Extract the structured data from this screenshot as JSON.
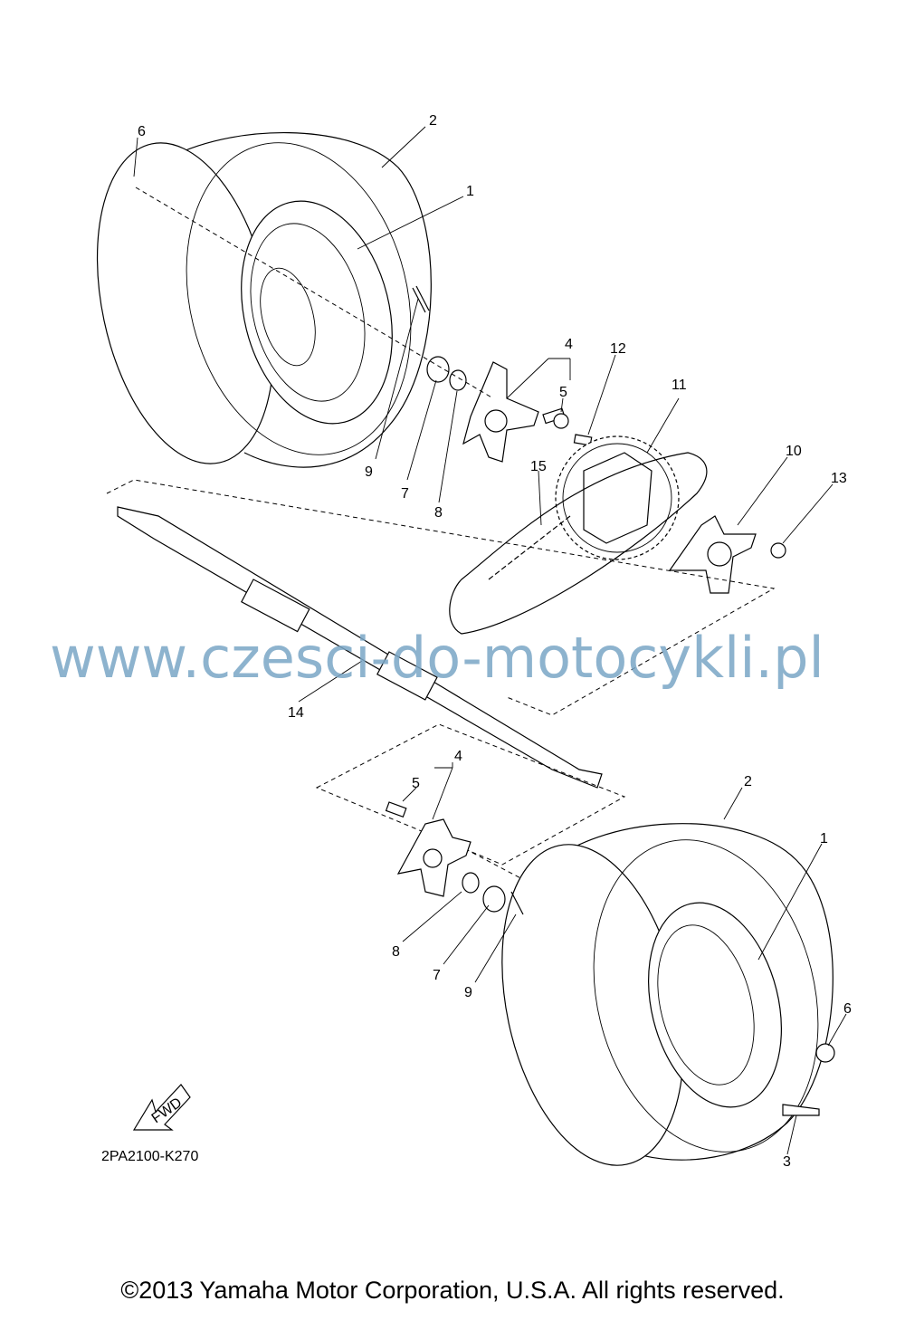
{
  "callouts": [
    {
      "id": "c1a",
      "text": "1"
    },
    {
      "id": "c2a",
      "text": "2"
    },
    {
      "id": "c6a",
      "text": "6"
    },
    {
      "id": "c4a",
      "text": "4"
    },
    {
      "id": "c5a",
      "text": "5"
    },
    {
      "id": "c12",
      "text": "12"
    },
    {
      "id": "c11",
      "text": "11"
    },
    {
      "id": "c9a",
      "text": "9"
    },
    {
      "id": "c7a",
      "text": "7"
    },
    {
      "id": "c8a",
      "text": "8"
    },
    {
      "id": "c15",
      "text": "15"
    },
    {
      "id": "c10",
      "text": "10"
    },
    {
      "id": "c13",
      "text": "13"
    },
    {
      "id": "c14",
      "text": "14"
    },
    {
      "id": "c4b",
      "text": "4"
    },
    {
      "id": "c5b",
      "text": "5"
    },
    {
      "id": "c2b",
      "text": "2"
    },
    {
      "id": "c1b",
      "text": "1"
    },
    {
      "id": "c6b",
      "text": "6"
    },
    {
      "id": "c8b",
      "text": "8"
    },
    {
      "id": "c7b",
      "text": "7"
    },
    {
      "id": "c9b",
      "text": "9"
    },
    {
      "id": "c3",
      "text": "3"
    }
  ],
  "fwd_label": "FWD",
  "diagram_code": "2PA2100-K270",
  "watermark": "www.czesci-do-motocykli.pl",
  "copyright": "©2013 Yamaha Motor Corporation, U.S.A. All rights reserved."
}
